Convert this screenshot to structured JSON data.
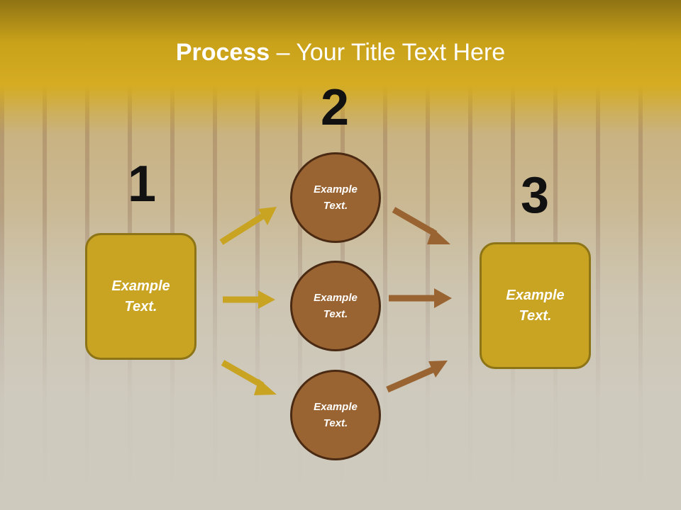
{
  "slide": {
    "title_bold": "Process",
    "title_rest": " – Your Title Text Here"
  },
  "steps": {
    "num1": "1",
    "num2": "2",
    "num3": "3"
  },
  "boxes": {
    "left_text": "Example\nText.",
    "right_text": "Example\nText."
  },
  "circles": [
    {
      "text": "Example\nText."
    },
    {
      "text": "Example\nText."
    },
    {
      "text": "Example\nText."
    }
  ],
  "colors": {
    "banner": "#d5ac22",
    "box_fill": "#c9a422",
    "circle_fill": "#9a6432",
    "arrow_gold": "#c9a422",
    "arrow_brown": "#9a6432"
  }
}
